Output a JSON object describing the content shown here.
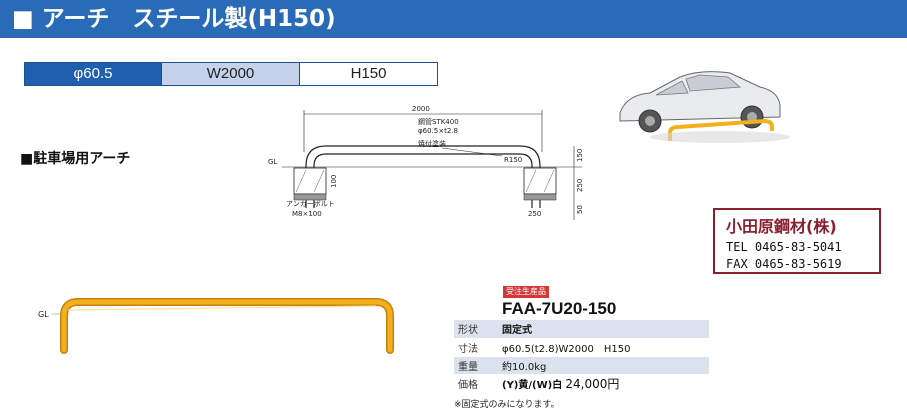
{
  "header": {
    "title": "■ アーチ　スチール製(H150)"
  },
  "spec_bar": {
    "diameter": "φ60.5",
    "width": "W2000",
    "height": "H150"
  },
  "section": {
    "label": "■駐車場用アーチ"
  },
  "drawing": {
    "width_dim": "2000",
    "pipe_label": "鋼管STK400",
    "pipe_size": "φ60.5×t2.8",
    "finish": "焼付塗装",
    "radius": "R150",
    "gl": "GL",
    "anchor_label": "アンカーボルト",
    "anchor_size": "M8×100",
    "dim_100": "100",
    "dim_150": "150",
    "dim_250": "250",
    "dim_50": "50",
    "dim_base": "250"
  },
  "company": {
    "name": "小田原鋼材(株)",
    "tel": "TEL  0465-83-5041",
    "fax": "FAX  0465-83-5619"
  },
  "photo": {
    "gl": "GL"
  },
  "product": {
    "badge": "受注生産品",
    "model": "FAA-7U20-150",
    "rows": [
      {
        "key": "形状",
        "value": "固定式"
      },
      {
        "key": "寸法",
        "value": "φ60.5(t2.8)W2000　H150"
      },
      {
        "key": "重量",
        "value": "約10.0kg"
      },
      {
        "key": "価格",
        "label": "(Y)黄/(W)白",
        "price": "24,000円"
      }
    ],
    "note": "※固定式のみになります。"
  },
  "colors": {
    "header": "#2a6bb8",
    "accent_blue": "#1f5fb0",
    "light_blue": "#c4d3eb",
    "company_red": "#8a1f2f",
    "arch_yellow": "#f2b01e"
  }
}
